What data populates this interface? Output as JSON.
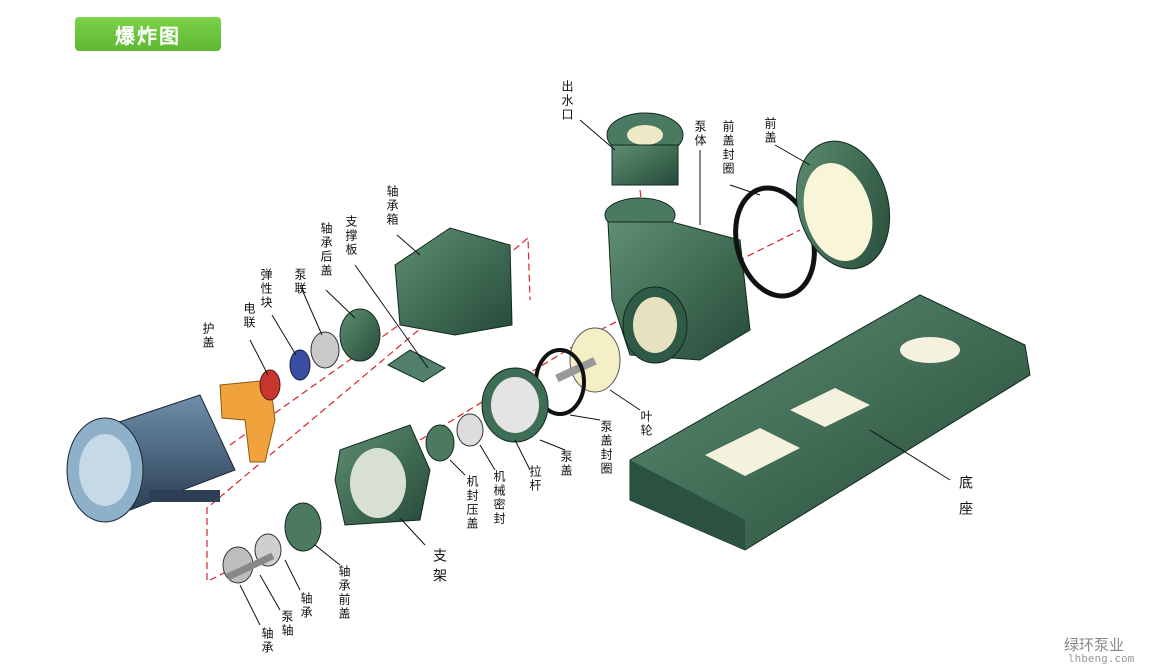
{
  "title": "爆炸图",
  "labels": {
    "outlet": "出水口",
    "pump_body": "泵体",
    "front_cover_seal": "前盖封圈",
    "front_cover": "前盖",
    "bearing_box": "轴承箱",
    "support_plate": "支撑板",
    "bearing_rear_cover": "轴承后盖",
    "pump_coupling": "泵联",
    "elastic_block": "弹性块",
    "motor_coupling": "电联",
    "guard": "护盖",
    "impeller": "叶轮",
    "pump_cover_seal": "泵盖封圈",
    "pump_cover": "泵盖",
    "tie_rod": "拉杆",
    "mechanical_seal": "机械密封",
    "seal_gland": "机封压盖",
    "bracket": "支架",
    "bearing_front_cover": "轴承前盖",
    "bearing_1": "轴承",
    "pump_shaft": "泵轴",
    "bearing_2": "轴承",
    "base": "底座"
  },
  "watermark": {
    "cn": "绿环泵业",
    "en": "lhbeng.com"
  },
  "colors": {
    "title_bg": "#6cc43c",
    "part": "#2f5a46",
    "base": "#3c6e55",
    "guide": "#d8242a"
  }
}
